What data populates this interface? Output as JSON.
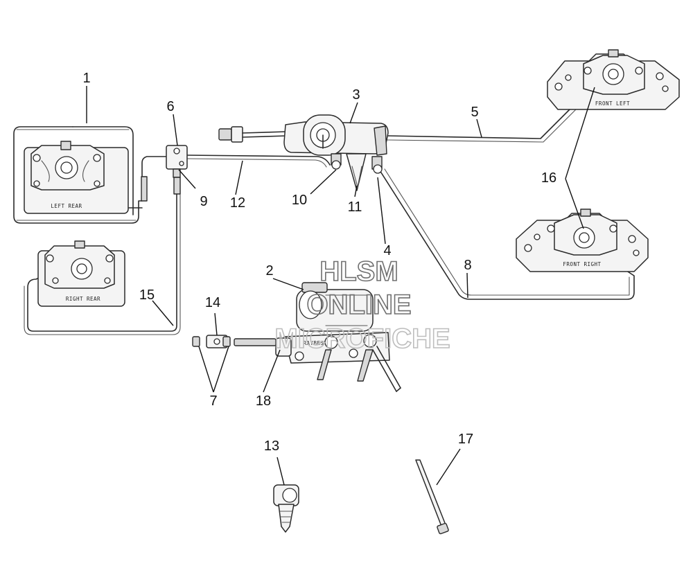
{
  "diagram": {
    "callouts": [
      {
        "id": "c1",
        "label": "1"
      },
      {
        "id": "c2",
        "label": "2"
      },
      {
        "id": "c3",
        "label": "3"
      },
      {
        "id": "c4",
        "label": "4"
      },
      {
        "id": "c5",
        "label": "5"
      },
      {
        "id": "c6",
        "label": "6"
      },
      {
        "id": "c7",
        "label": "7"
      },
      {
        "id": "c8",
        "label": "8"
      },
      {
        "id": "c9",
        "label": "9"
      },
      {
        "id": "c10",
        "label": "10"
      },
      {
        "id": "c11",
        "label": "11"
      },
      {
        "id": "c12",
        "label": "12"
      },
      {
        "id": "c13",
        "label": "13"
      },
      {
        "id": "c14",
        "label": "14"
      },
      {
        "id": "c15",
        "label": "15"
      },
      {
        "id": "c16",
        "label": "16"
      },
      {
        "id": "c17",
        "label": "17"
      },
      {
        "id": "c18",
        "label": "18"
      }
    ],
    "caliper_labels": {
      "left_rear": "LEFT REAR",
      "right_rear": "RIGHT REAR",
      "front_left": "FRONT LEFT",
      "front_right": "FRONT RIGHT"
    },
    "master_cylinder_marking": "RAYBESTOS"
  },
  "watermark": {
    "line1": "HLSM",
    "line2": "ONLINE",
    "line3": "MICROFICHE"
  }
}
